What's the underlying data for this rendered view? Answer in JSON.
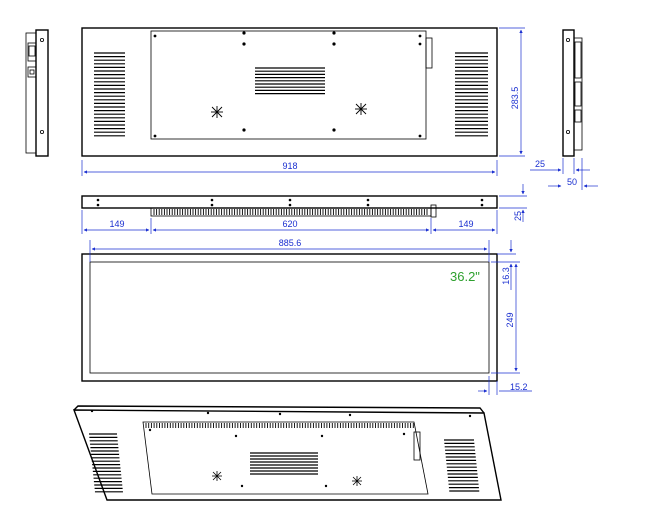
{
  "colors": {
    "outline": "#000000",
    "dimension": "#1a2fd0",
    "screen_size": "#2ea02e"
  },
  "dimensions": {
    "front_width": "918",
    "front_height": "283.5",
    "side_offset": "25",
    "side_depth": "50",
    "top_depth": "25",
    "mount_left": "149",
    "mount_center": "620",
    "mount_right": "149",
    "display_width": "885.6",
    "display_height": "249",
    "bezel_top": "16.3",
    "bezel_bottom": "15.2"
  },
  "screen_size": "36.2\""
}
